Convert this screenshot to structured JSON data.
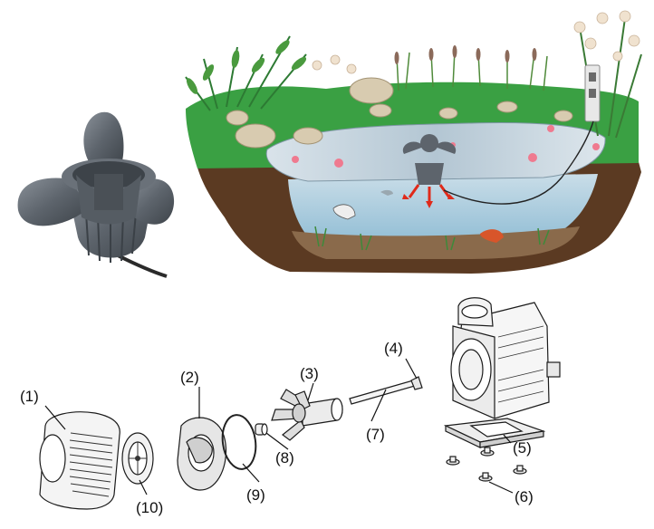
{
  "parts": [
    {
      "id": "1",
      "label": "(1)"
    },
    {
      "id": "2",
      "label": "(2)"
    },
    {
      "id": "3",
      "label": "(3)"
    },
    {
      "id": "4",
      "label": "(4)"
    },
    {
      "id": "5",
      "label": "(5)"
    },
    {
      "id": "6",
      "label": "(6)"
    },
    {
      "id": "7",
      "label": "(7)"
    },
    {
      "id": "8",
      "label": "(8)"
    },
    {
      "id": "9",
      "label": "(9)"
    },
    {
      "id": "10",
      "label": "(10)"
    }
  ],
  "colors": {
    "pump_gray": "#5d646c",
    "soil": "#5b3a22",
    "grass": "#3aa043",
    "water": "#9ec6dc",
    "nozzle_red": "#e02a1a"
  }
}
